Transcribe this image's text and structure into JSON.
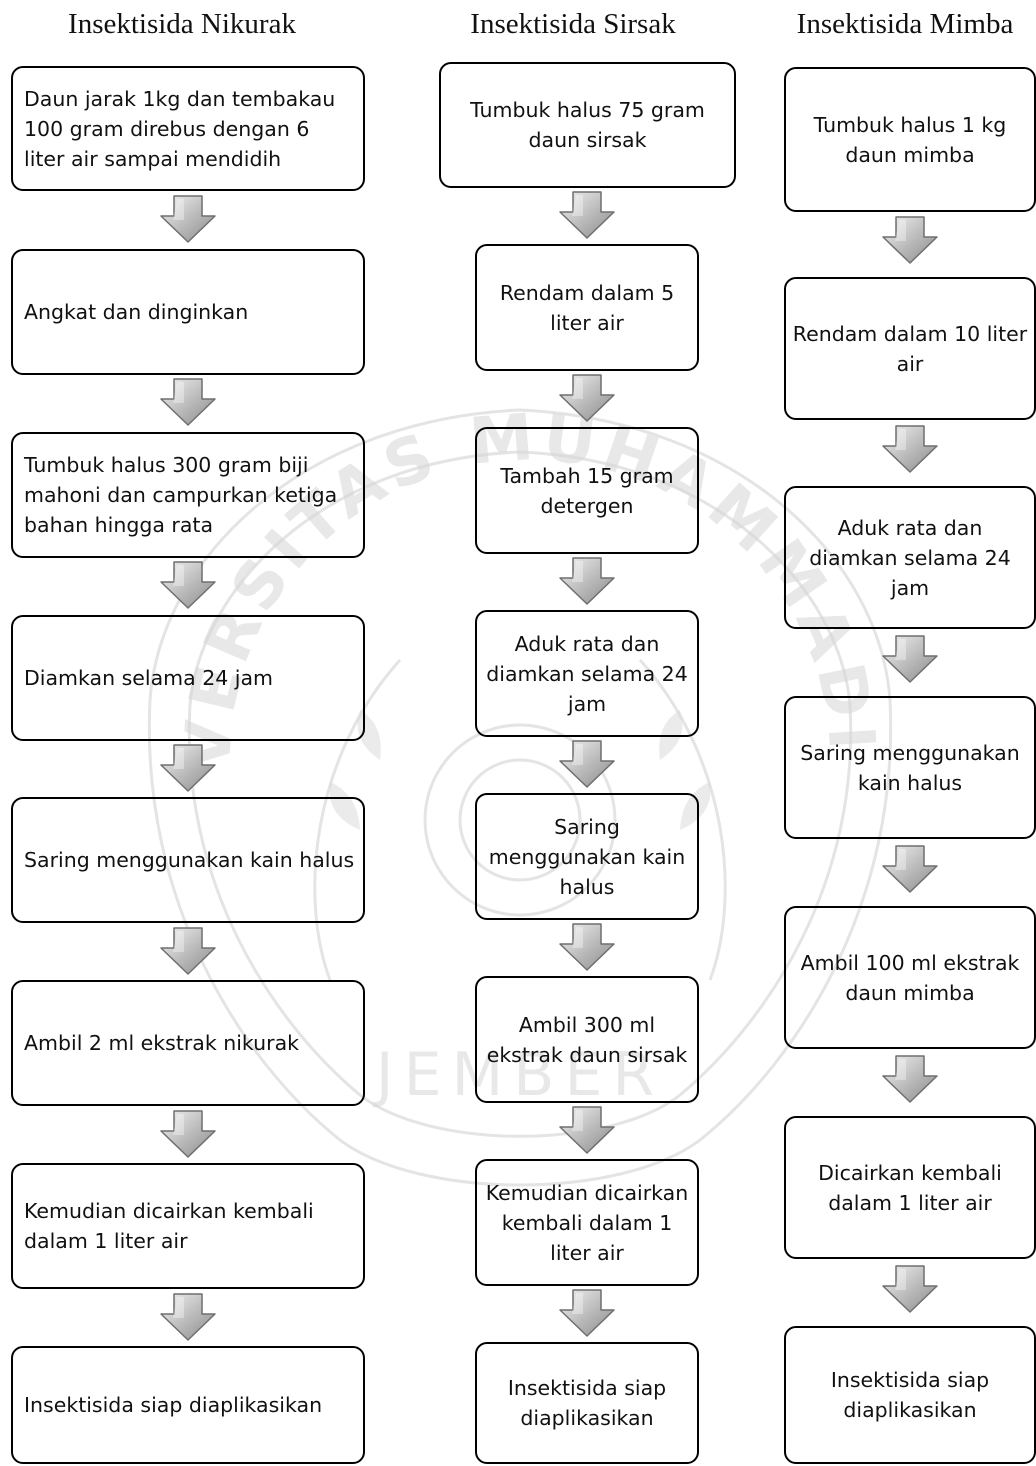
{
  "watermark": {
    "top_text": "UNIVERSITAS MUHAMMADIYAH",
    "bottom_text": "JEMBER"
  },
  "columns": [
    {
      "title": "Insektisida Nikurak",
      "steps": [
        "Daun jarak 1kg dan tembakau 100 gram direbus dengan 6 liter air sampai mendidih",
        "Angkat dan dinginkan",
        "Tumbuk halus 300 gram biji mahoni dan campurkan ketiga bahan hingga rata",
        "Diamkan selama 24 jam",
        "Saring menggunakan kain halus",
        "Ambil 2 ml ekstrak nikurak",
        "Kemudian dicairkan kembali dalam 1 liter air",
        "Insektisida  siap diaplikasikan"
      ]
    },
    {
      "title": "Insektisida Sirsak",
      "steps": [
        "Tumbuk halus 75 gram daun sirsak",
        "Rendam dalam 5 liter air",
        "Tambah 15 gram detergen",
        "Aduk rata dan diamkan selama 24 jam",
        "Saring menggunakan kain halus",
        "Ambil 300 ml ekstrak daun sirsak",
        "Kemudian dicairkan kembali dalam 1 liter air",
        "Insektisida siap diaplikasikan"
      ]
    },
    {
      "title": "Insektisida Mimba",
      "steps": [
        "Tumbuk halus 1 kg daun mimba",
        "Rendam dalam 10 liter air",
        "Aduk rata dan diamkan selama 24 jam",
        "Saring menggunakan kain halus",
        "Ambil 100 ml ekstrak daun mimba",
        "Dicairkan kembali dalam 1 liter air",
        "Insektisida siap diaplikasikan"
      ]
    }
  ]
}
